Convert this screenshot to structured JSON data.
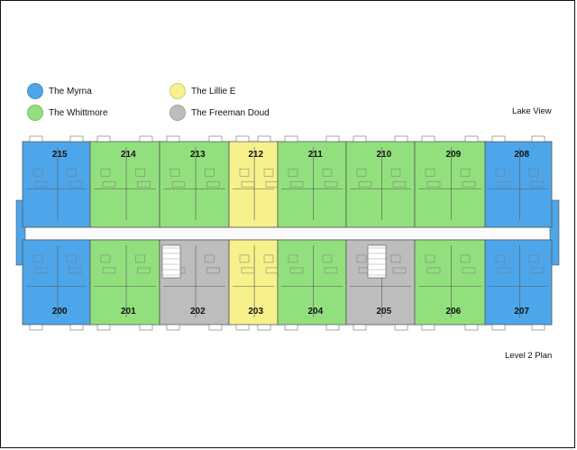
{
  "legend": [
    {
      "name": "The Myrna",
      "color": "#4da6ea"
    },
    {
      "name": "The Whittmore",
      "color": "#92e07d"
    },
    {
      "name": "The Lillie E",
      "color": "#f6f18a"
    },
    {
      "name": "The Freeman Doud",
      "color": "#bdbdbd"
    }
  ],
  "labels": {
    "view": "Lake View",
    "plan": "Level 2 Plan"
  },
  "units_top": [
    {
      "number": "215",
      "type": "The Myrna"
    },
    {
      "number": "214",
      "type": "The Whittmore"
    },
    {
      "number": "213",
      "type": "The Whittmore"
    },
    {
      "number": "212",
      "type": "The Lillie E"
    },
    {
      "number": "211",
      "type": "The Whittmore"
    },
    {
      "number": "210",
      "type": "The Whittmore"
    },
    {
      "number": "209",
      "type": "The Whittmore"
    },
    {
      "number": "208",
      "type": "The Myrna"
    }
  ],
  "units_bottom": [
    {
      "number": "200",
      "type": "The Myrna"
    },
    {
      "number": "201",
      "type": "The Whittmore"
    },
    {
      "number": "202",
      "type": "The Freeman Doud"
    },
    {
      "number": "203",
      "type": "The Lillie E"
    },
    {
      "number": "204",
      "type": "The Whittmore"
    },
    {
      "number": "205",
      "type": "The Freeman Doud"
    },
    {
      "number": "206",
      "type": "The Whittmore"
    },
    {
      "number": "207",
      "type": "The Myrna"
    }
  ]
}
